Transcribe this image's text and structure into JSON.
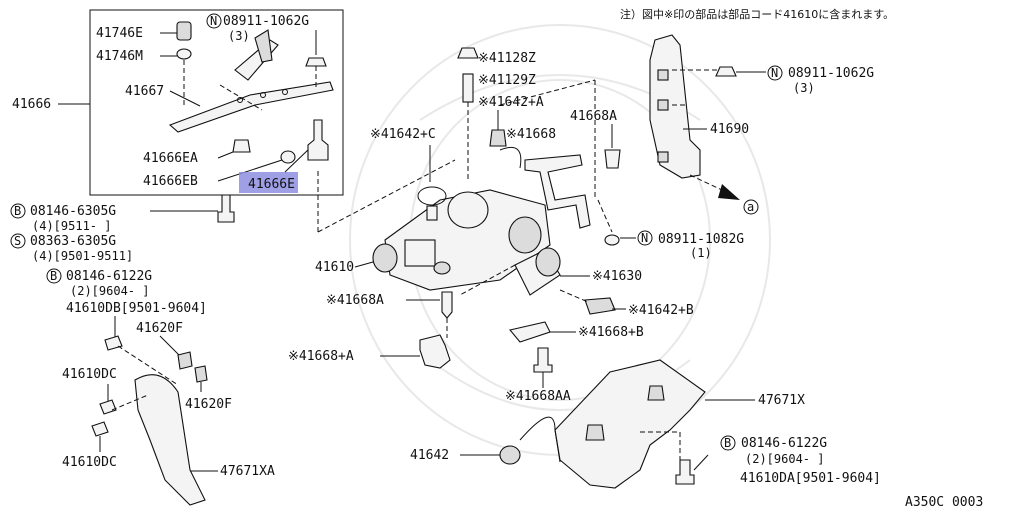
{
  "note": "注）図中※印の部品は部品コード41610に含まれます。",
  "catalog_code": "A350C 0003",
  "assembly_label": "41666",
  "highlight_color": "#8e8ee0",
  "labels": {
    "p41746E": "41746E",
    "p41746M": "41746M",
    "p41667": "41667",
    "p41666EA": "41666EA",
    "p41666EB": "41666EB",
    "p41666E": "41666E",
    "n08911_1062G_a": "08911-1062G",
    "n08911_1062G_a_qty": "(3)",
    "b08146_6305G": "08146-6305G",
    "b08146_6305G_qty": "(4)[9511-   ]",
    "s08363_6305G": "08363-6305G",
    "s08363_6305G_qty": "(4)[9501-9511]",
    "b08146_6122G_l": "08146-6122G",
    "b08146_6122G_l_qty": "(2)[9604-   ]",
    "p41610DB": "41610DB[9501-9604]",
    "p41620F_a": "41620F",
    "p41610DC_a": "41610DC",
    "p41620F_b": "41620F",
    "p41610DC_b": "41610DC",
    "p47671XA": "47671XA",
    "p41128Z": "※41128Z",
    "p41129Z": "※41129Z",
    "p41642A": "※41642+A",
    "p41642C": "※41642+C",
    "p41668": "※41668",
    "p41668A_top": "41668A",
    "p41610": "41610",
    "p41630": "※41630",
    "p41642B": "※41642+B",
    "p41668B": "※41668+B",
    "p41668A_mid": "※41668A",
    "p41668plusA": "※41668+A",
    "p41668AA": "※41668AA",
    "p41642": "41642",
    "p47671X": "47671X",
    "n08911_1082G": "08911-1082G",
    "n08911_1082G_qty": "(1)",
    "n08911_1062G_r": "08911-1062G",
    "n08911_1062G_r_qty": "(3)",
    "p41690": "41690",
    "b08146_6122G_r": "08146-6122G",
    "b08146_6122G_r_qty": "(2)[9604-    ]",
    "p41610DA": "41610DA[9501-9604]"
  },
  "prefixes": {
    "n": "N",
    "b": "B",
    "s": "S",
    "ref": "a"
  }
}
